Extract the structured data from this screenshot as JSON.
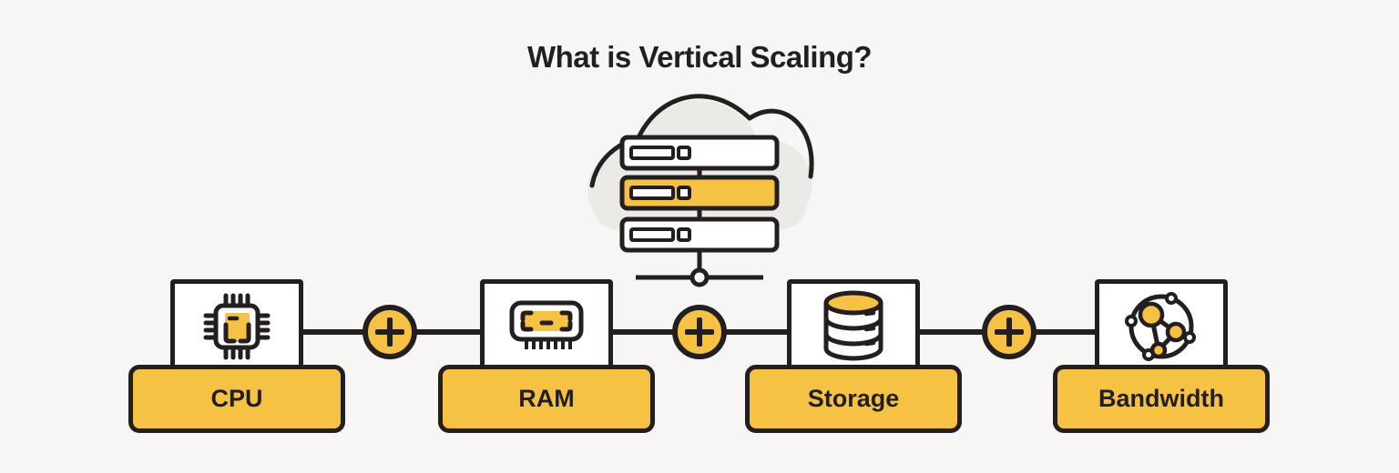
{
  "colors": {
    "background": "#f7f6f4",
    "accent": "#f6c244",
    "ink": "#231f20",
    "cloud": "#ebeae7",
    "surface": "#ffffff"
  },
  "title": "What is Vertical Scaling?",
  "hero": {
    "icon": "cloud-server-stack-icon",
    "server_rows": [
      {
        "highlighted": false
      },
      {
        "highlighted": true
      },
      {
        "highlighted": false
      }
    ]
  },
  "separators": [
    {
      "icon": "plus-icon"
    },
    {
      "icon": "plus-icon"
    },
    {
      "icon": "plus-icon"
    }
  ],
  "components": [
    {
      "label": "CPU",
      "icon": "cpu-chip-icon"
    },
    {
      "label": "RAM",
      "icon": "ram-module-icon"
    },
    {
      "label": "Storage",
      "icon": "database-icon"
    },
    {
      "label": "Bandwidth",
      "icon": "network-globe-icon"
    }
  ]
}
